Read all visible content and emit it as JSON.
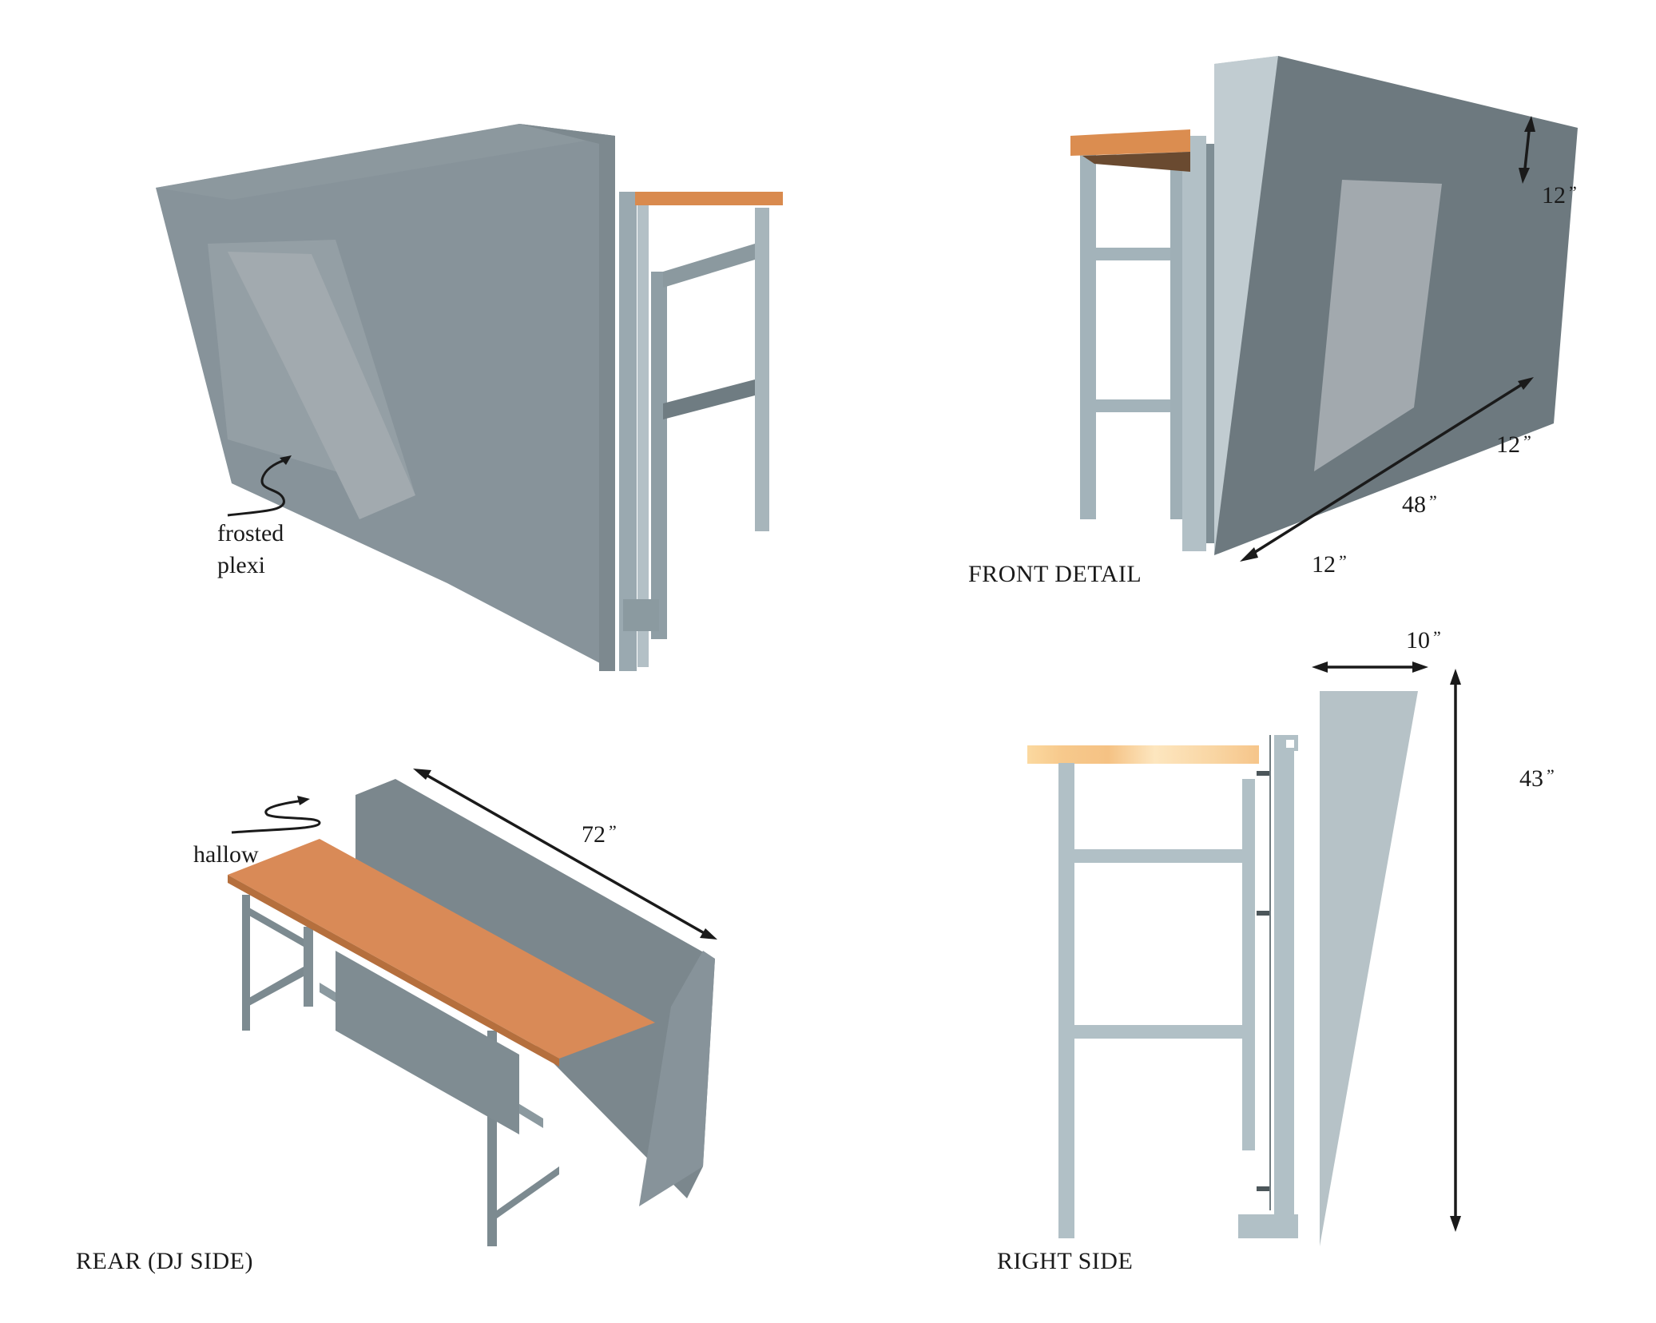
{
  "sheet": {
    "subject": "DJ booth with fold-down table",
    "background": "#ffffff"
  },
  "views": [
    {
      "id": "perspective",
      "caption": ""
    },
    {
      "id": "front_detail",
      "caption": "FRONT DETAIL"
    },
    {
      "id": "rear",
      "caption": "REAR (DJ SIDE)"
    },
    {
      "id": "right_side",
      "caption": "RIGHT SIDE"
    }
  ],
  "annotations": {
    "frosted_plexi": {
      "line1": "frosted",
      "line2": "plexi"
    },
    "hallow": {
      "text": "hallow"
    }
  },
  "dimensions": {
    "front_height": {
      "value": "12",
      "unit": "”"
    },
    "front_depth_back": {
      "value": "12",
      "unit": "”"
    },
    "front_length_mid": {
      "value": "48",
      "unit": "”"
    },
    "front_depth_front": {
      "value": "12",
      "unit": "”"
    },
    "rear_length": {
      "value": "72",
      "unit": "”"
    },
    "side_top_width": {
      "value": "10",
      "unit": "”"
    },
    "side_height": {
      "value": "43",
      "unit": "”"
    }
  },
  "colors": {
    "panel_dark": "#6e7a80",
    "panel_mid": "#8a969c",
    "panel_light": "#b7c3c8",
    "plexi": "#a3abb0",
    "frame": "#9fb0b8",
    "wood": "#d98a4e",
    "wood_light": "#f5c98a",
    "ink": "#1a1a1a"
  }
}
